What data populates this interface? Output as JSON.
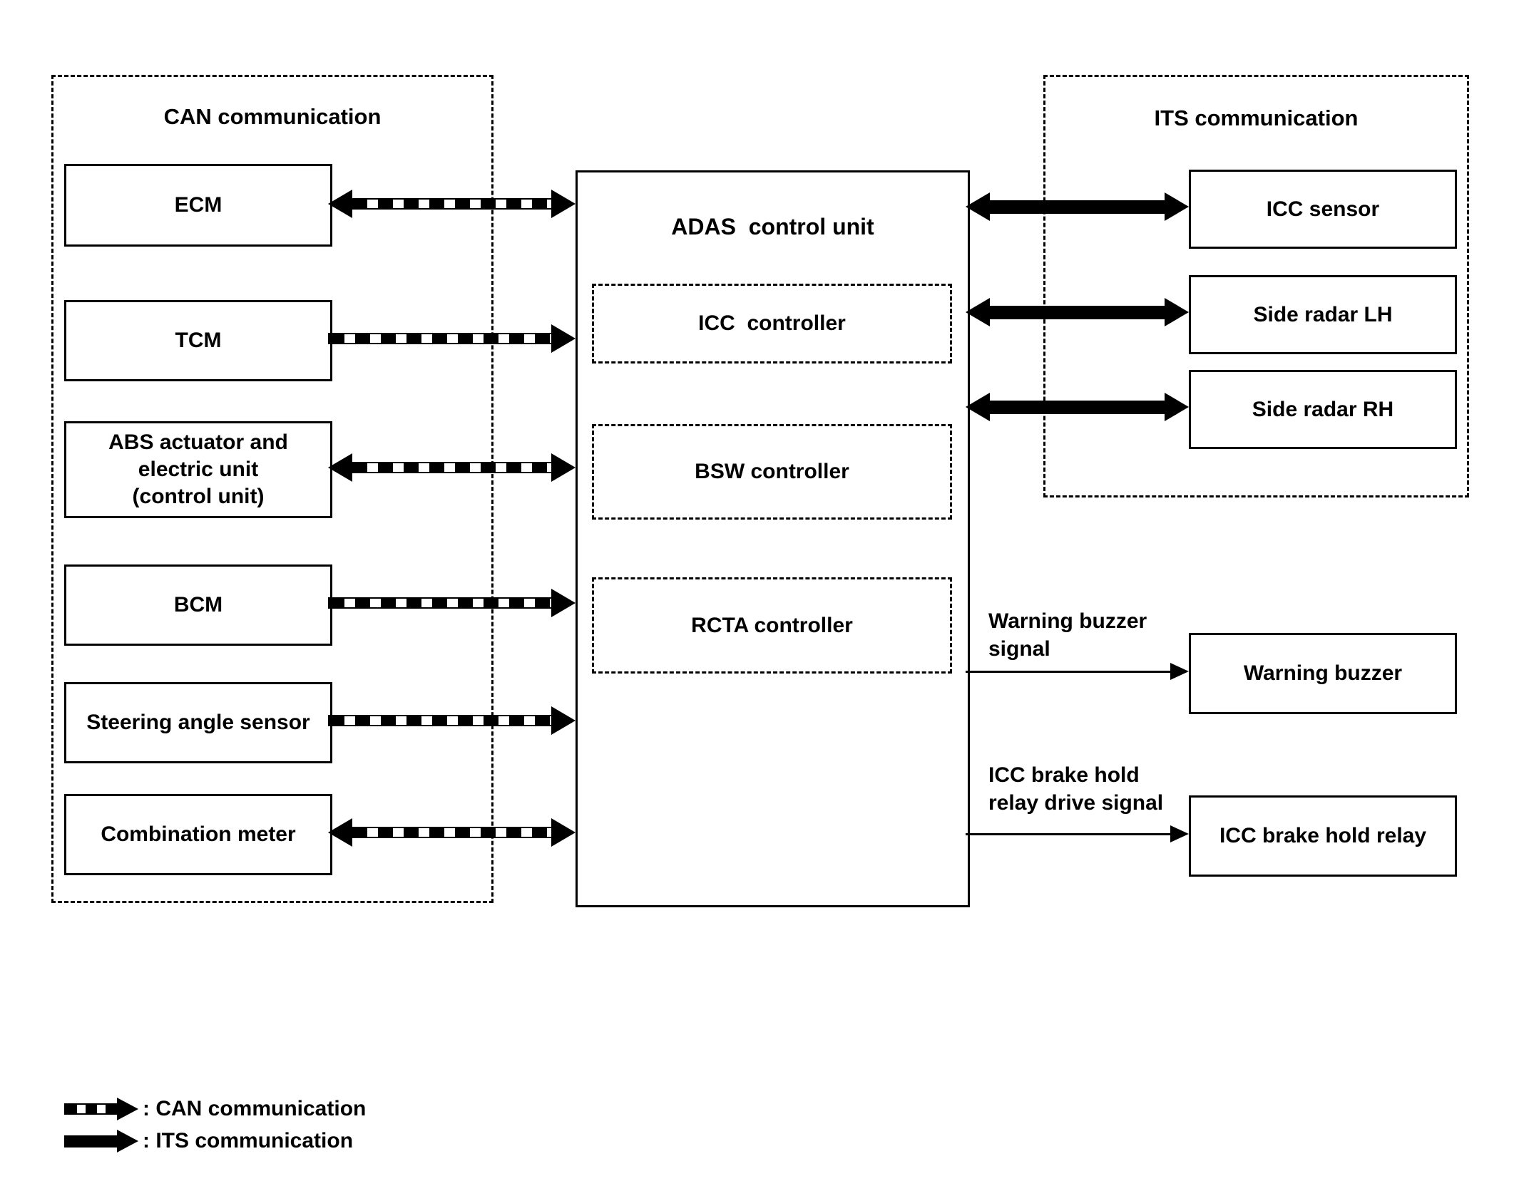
{
  "colors": {
    "line": "#000000",
    "background": "#ffffff"
  },
  "can_group": {
    "title": "CAN communication",
    "nodes": [
      {
        "id": "ecm",
        "label": "ECM",
        "link": "bidirectional"
      },
      {
        "id": "tcm",
        "label": "TCM",
        "link": "to-adas"
      },
      {
        "id": "abs",
        "lines": [
          "ABS actuator and",
          "electric unit",
          "(control unit)"
        ],
        "link": "bidirectional"
      },
      {
        "id": "bcm",
        "label": "BCM",
        "link": "to-adas"
      },
      {
        "id": "steering-angle-sensor",
        "label": "Steering angle sensor",
        "link": "to-adas"
      },
      {
        "id": "combination-meter",
        "label": "Combination meter",
        "link": "bidirectional"
      }
    ]
  },
  "adas_unit": {
    "title": "ADAS  control unit",
    "controllers": [
      {
        "id": "icc-controller",
        "label": "ICC  controller"
      },
      {
        "id": "bsw-controller",
        "label": "BSW controller"
      },
      {
        "id": "rcta-controller",
        "label": "RCTA controller"
      }
    ]
  },
  "its_group": {
    "title": "ITS communication",
    "nodes": [
      {
        "id": "icc-sensor",
        "label": "ICC sensor",
        "link": "bidirectional"
      },
      {
        "id": "side-radar-lh",
        "label": "Side radar LH",
        "link": "bidirectional"
      },
      {
        "id": "side-radar-rh",
        "label": "Side radar RH",
        "link": "bidirectional"
      }
    ]
  },
  "outputs": [
    {
      "id": "warning-buzzer",
      "signal_lines": [
        "Warning buzzer",
        "signal"
      ],
      "target": "Warning buzzer"
    },
    {
      "id": "icc-brake-hold-relay",
      "signal_lines": [
        "ICC brake hold",
        "relay drive signal"
      ],
      "target": "ICC brake hold relay"
    }
  ],
  "legend": [
    {
      "type": "can",
      "label": ": CAN communication"
    },
    {
      "type": "its",
      "label": ": ITS communication"
    }
  ]
}
